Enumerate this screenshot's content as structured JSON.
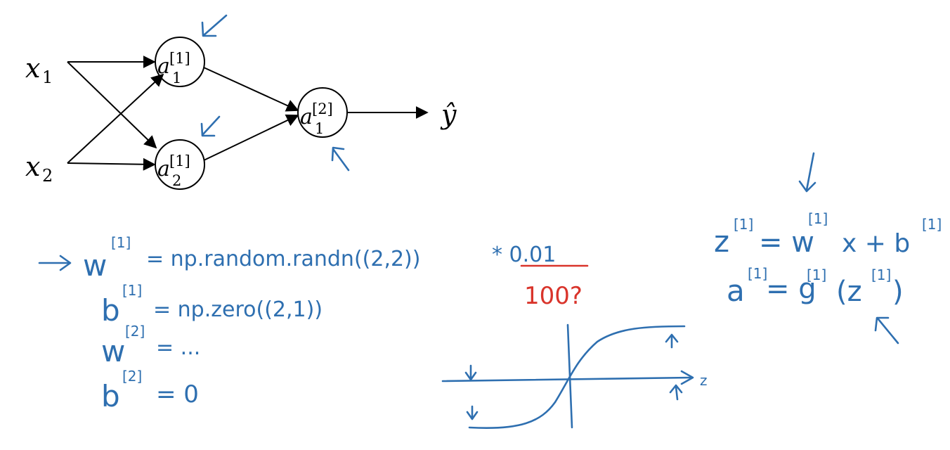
{
  "network": {
    "inputs": [
      {
        "var": "x",
        "sub": "1"
      },
      {
        "var": "x",
        "sub": "2"
      }
    ],
    "hidden": [
      {
        "var": "a",
        "sup": "[1]",
        "sub": "1"
      },
      {
        "var": "a",
        "sup": "[1]",
        "sub": "2"
      }
    ],
    "output_node": {
      "var": "a",
      "sup": "[2]",
      "sub": "1"
    },
    "output_label": "ŷ"
  },
  "notes": {
    "w1": {
      "lhs": "w",
      "sup": "[1]",
      "rhs": "= np.random.randn((2,2))",
      "mult": "* 0.01"
    },
    "alt": "100?",
    "b1": {
      "lhs": "b",
      "sup": "[1]",
      "rhs": "= np.zero((2,1))"
    },
    "w2": {
      "lhs": "w",
      "sup": "[2]",
      "rhs": "= ..."
    },
    "b2": {
      "lhs": "b",
      "sup": "[2]",
      "rhs": "= 0"
    },
    "z1": {
      "lhs": "z",
      "sup": "[1]",
      "rhs1": "= w",
      "rhs1_sup": "[1]",
      "rhs2": "x + b",
      "rhs2_sup": "[1]"
    },
    "a1": {
      "lhs": "a",
      "sup": "[1]",
      "rhs1": "= g",
      "rhs1_sup": "[1]",
      "rhs2": "(z",
      "rhs2_sup": "[1]",
      "rhs3": ")"
    },
    "axis_label": "z"
  },
  "colors": {
    "ink_blue": "#2e6fb0",
    "ink_red": "#d9342b",
    "ink_black": "#000000"
  }
}
